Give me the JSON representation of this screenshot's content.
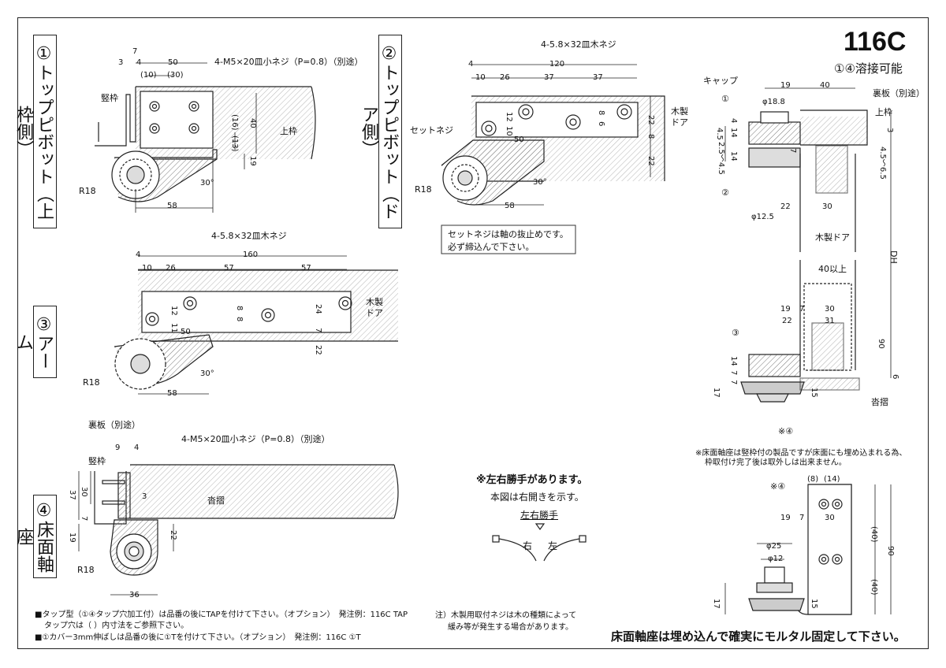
{
  "product": {
    "code": "116C",
    "weld_note": "①④溶接可能"
  },
  "sections": {
    "s1_title": "①トップピボット（上枠側）",
    "s2_title": "②トップピボット（ドア側）",
    "s3_title": "③アーム",
    "s4_title": "④床面軸座"
  },
  "labels": {
    "s1_screw": "4-M5×20皿小ネジ（P=0.8）（別途）",
    "s1_frame": "竪枠",
    "s1_top": "上枠",
    "s1_r": "R18",
    "s2_screw": "4-5.8×32皿木ネジ",
    "s2_set": "セットネジ",
    "s2_door": "木製\nドア",
    "s2_r": "R18",
    "s2_note1": "セットネジは軸の抜止めです。",
    "s2_note2": "必ず締込んで下さい。",
    "s3_screw": "4-5.8×32皿木ネジ",
    "s3_door": "木製\nドア",
    "s3_r": "R18",
    "s4_backplate": "裏板（別途）",
    "s4_screw": "4-M5×20皿小ネジ（P=0.8）（別途）",
    "s4_frame": "竪枠",
    "s4_sill": "沓摺",
    "s4_r": "R18",
    "right_cap": "キャップ",
    "right_backplate": "裏板（別途）",
    "right_top": "上枠",
    "right_door": "木製ドア",
    "right_sill": "沓摺",
    "right_dh": "DH",
    "right_over40": "40以上",
    "right_note1": "※床面軸座は竪枠付の製品ですが床面にも埋め込まれる為、",
    "right_note2": "枠取付け完了後は取外しは出来ません。",
    "mark_1": "①",
    "mark_2": "②",
    "mark_3": "③",
    "mark_star4a": "※④",
    "mark_star4b": "※④"
  },
  "dims": {
    "s1": [
      "7",
      "3",
      "4",
      "50",
      "(10)",
      "(30)",
      "40",
      "(16)",
      "(13)",
      "19",
      "30°",
      "58"
    ],
    "s2": [
      "4",
      "120",
      "10",
      "26",
      "37",
      "37",
      "10",
      "12",
      "50",
      "8",
      "6",
      "22",
      "8",
      "22",
      "30°",
      "58"
    ],
    "s3": [
      "4",
      "160",
      "10",
      "26",
      "57",
      "57",
      "12",
      "8",
      "8",
      "24",
      "11",
      "50",
      "7",
      "22",
      "30°",
      "58"
    ],
    "s4": [
      "9",
      "4",
      "37",
      "30",
      "3",
      "7",
      "19",
      "22",
      "36"
    ],
    "right": [
      "19",
      "40",
      "φ18.8",
      "14",
      "4",
      "4.5",
      "2.5～4.5",
      "14",
      "7",
      "3",
      "4.5～6.5",
      "22",
      "30",
      "φ12.5",
      "19",
      "7",
      "30",
      "22",
      "31",
      "90",
      "14",
      "7",
      "7",
      "17",
      "6",
      "15",
      "(8)",
      "(14)",
      "19",
      "7",
      "30",
      "φ25",
      "φ12",
      "(40)",
      "(40)",
      "90",
      "17",
      "15"
    ]
  },
  "handed": {
    "title": "※左右勝手があります。",
    "sub": "本図は右開きを示す。",
    "label": "左右勝手",
    "right": "右",
    "left": "左"
  },
  "footnotes": {
    "tap1": "■タップ型（①④タップ穴加工付）は品番の後にTAPを付けて下さい。（オプション）　発注例：116C TAP",
    "tap2": "タップ穴は（ ）内寸法をご参照下さい。",
    "cover": "■①カバー3mm伸ばしは品番の後に①Tを付けて下さい。（オプション）　発注例：116C ①T",
    "wood1": "注）木製用取付ネジは木の種類によって",
    "wood2": "緩み等が発生する場合があります。",
    "mortar": "床面軸座は埋め込んで確実にモルタル固定して下さい。"
  }
}
